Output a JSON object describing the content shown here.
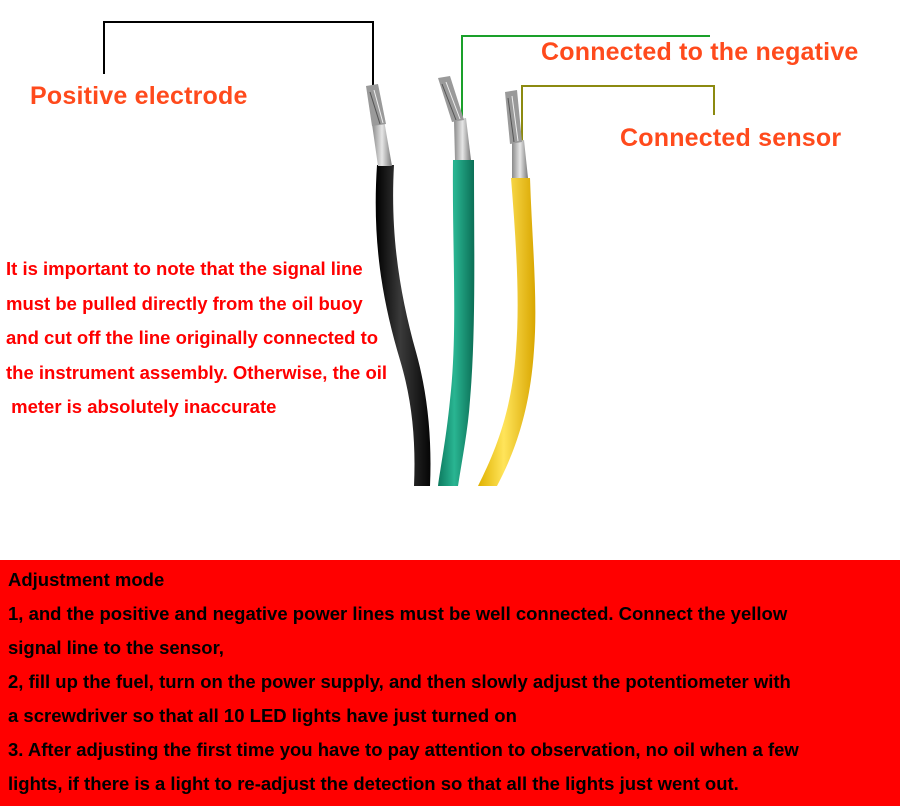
{
  "labels": {
    "positive": "Positive electrode",
    "negative": "Connected to the negative",
    "sensor": "Connected sensor"
  },
  "note": [
    "It is important to note that the signal line",
    "must be pulled directly from the oil buoy",
    "and cut off the line originally connected to",
    "the instrument assembly. Otherwise, the oil",
    " meter is absolutely inaccurate"
  ],
  "adjustment": {
    "title": "Adjustment mode",
    "lines": [
      "1, and the positive and negative power lines must be well connected. Connect the yellow",
      "signal line to the sensor,",
      "2, fill up the fuel, turn on the power supply, and then slowly adjust the potentiometer with",
      "a screwdriver so that all 10 LED lights have just turned on",
      "3. After adjusting the first time you have to pay attention to observation, no oil when a few",
      "lights, if there is a light to re-adjust the detection so that all the lights just went out."
    ]
  },
  "colors": {
    "label_text": "#ff4a1c",
    "note_text": "#ff0000",
    "panel_bg": "#ff0000",
    "wire_black": "#1a1a1a",
    "wire_green": "#139a7a",
    "wire_yellow": "#f2c81a",
    "leader_black": "#000000",
    "leader_green": "#1aa02a",
    "leader_olive": "#8c8a10"
  }
}
